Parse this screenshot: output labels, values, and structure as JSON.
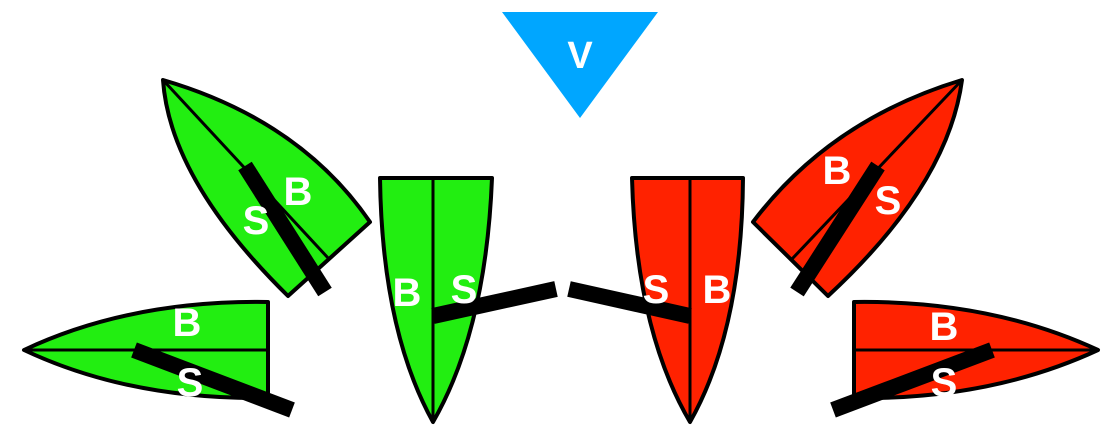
{
  "colors": {
    "port_hull": "#22ee11",
    "starboard_hull": "#ff2200",
    "wind_marker": "#00a6ff",
    "outline": "#000000",
    "text": "#ffffff"
  },
  "wind": {
    "label": "V"
  },
  "boats": [
    {
      "id": "port-beam-reach",
      "tack": "port",
      "bow_label": "B",
      "stern_label": "S"
    },
    {
      "id": "port-close-reach",
      "tack": "port",
      "bow_label": "B",
      "stern_label": "S"
    },
    {
      "id": "port-close-hauled",
      "tack": "port",
      "bow_label": "B",
      "stern_label": "S"
    },
    {
      "id": "starboard-close-hauled",
      "tack": "starboard",
      "bow_label": "B",
      "stern_label": "S"
    },
    {
      "id": "starboard-close-reach",
      "tack": "starboard",
      "bow_label": "B",
      "stern_label": "S"
    },
    {
      "id": "starboard-beam-reach",
      "tack": "starboard",
      "bow_label": "B",
      "stern_label": "S"
    }
  ]
}
